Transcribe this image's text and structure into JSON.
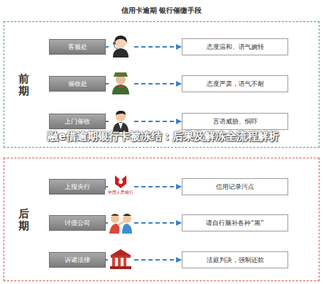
{
  "diagram": {
    "title": "信用卡逾期 银行催缴手段",
    "nodes": [
      {
        "text": [
          "前期"
        ]
      },
      {
        "text": [
          "客服处"
        ],
        "in": 0
      },
      {
        "text": [
          "态度温和、语气婉转"
        ],
        "in": 0
      },
      {
        "text": [
          "催收处"
        ],
        "in": 0
      },
      {
        "text": [
          "态度严肃，语气不耐"
        ],
        "in": 0
      },
      {
        "text": [
          "上门催收"
        ],
        "in": 0
      },
      {
        "text": [
          "言语威胁、恫吓"
        ],
        "in": 0
      },
      {
        "text": [
          "后期"
        ]
      },
      {
        "text": [
          "上报央行"
        ],
        "in": 7
      },
      {
        "text": [
          "信用记录污点"
        ],
        "in": 7
      },
      {
        "text": [
          "讨债公司"
        ],
        "in": 7
      },
      {
        "text": [
          "请自行脑补各种“黑”"
        ],
        "in": 7
      },
      {
        "text": [
          "诉诸法律"
        ],
        "in": 7
      },
      {
        "text": [
          "法庭判决，强制还款"
        ],
        "in": 7
      }
    ],
    "edges": [
      {
        "from": 1,
        "to": 2,
        "arrow": "to"
      },
      {
        "from": 3,
        "to": 4,
        "arrow": "to"
      },
      {
        "from": 5,
        "to": 6,
        "arrow": "to"
      },
      {
        "from": 8,
        "to": 9,
        "arrow": "to"
      },
      {
        "from": 10,
        "to": 11,
        "arrow": "to"
      },
      {
        "from": 12,
        "to": 13,
        "arrow": "to"
      }
    ],
    "labels": [
      "中国人民银行",
      "融e借逾期银行卡被冻结：后果及解冻全流程解析"
    ]
  }
}
